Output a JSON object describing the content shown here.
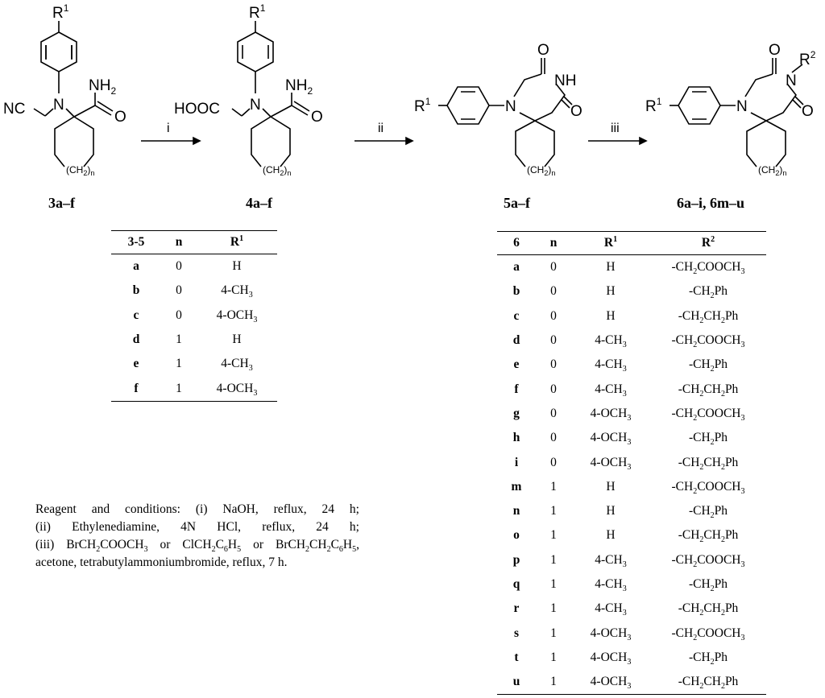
{
  "structures": {
    "s3": {
      "R": "R",
      "sup": "1",
      "NH2": "NH",
      "NH2sub": "2",
      "NC": "NC",
      "N": "N",
      "O": "O",
      "CH2": "(CH",
      "CH2sub": "2",
      "CH2n": ")",
      "n": "n"
    },
    "s4": {
      "R": "R",
      "sup": "1",
      "NH2": "NH",
      "NH2sub": "2",
      "HOOC": "HOOC",
      "N": "N",
      "O": "O",
      "CH2": "(CH",
      "CH2sub": "2",
      "CH2n": ")",
      "n": "n"
    },
    "s5": {
      "R": "R",
      "sup": "1",
      "NH": "NH",
      "N": "N",
      "O": "O",
      "CH2": "(CH",
      "CH2sub": "2",
      "CH2n": ")",
      "n": "n"
    },
    "s6": {
      "R": "R",
      "sup": "1",
      "R2": "R",
      "sup2": "2",
      "N": "N",
      "O": "O",
      "CH2": "(CH",
      "CH2sub": "2",
      "CH2n": ")",
      "n": "n"
    }
  },
  "arrows": [
    "i",
    "ii",
    "iii"
  ],
  "compound_labels": [
    "3a–f",
    "4a–f",
    "5a–f",
    "6a–i, 6m–u"
  ],
  "table1": {
    "headers": [
      "3-5",
      "n",
      "R",
      "1"
    ],
    "rows": [
      {
        "id": "a",
        "n": "0",
        "r1": "H",
        "r1sub": "",
        "r1tail": ""
      },
      {
        "id": "b",
        "n": "0",
        "r1": "4-CH",
        "r1sub": "3",
        "r1tail": ""
      },
      {
        "id": "c",
        "n": "0",
        "r1": "4-OCH",
        "r1sub": "3",
        "r1tail": ""
      },
      {
        "id": "d",
        "n": "1",
        "r1": "H",
        "r1sub": "",
        "r1tail": ""
      },
      {
        "id": "e",
        "n": "1",
        "r1": "4-CH",
        "r1sub": "3",
        "r1tail": ""
      },
      {
        "id": "f",
        "n": "1",
        "r1": "4-OCH",
        "r1sub": "3",
        "r1tail": ""
      }
    ]
  },
  "table2": {
    "headers": [
      "6",
      "n",
      "R",
      "1",
      "R",
      "2"
    ],
    "rows": [
      {
        "id": "a",
        "n": "0",
        "r1": "H",
        "r1sub": "",
        "r2": "COOCH3"
      },
      {
        "id": "b",
        "n": "0",
        "r1": "H",
        "r1sub": "",
        "r2": "Ph"
      },
      {
        "id": "c",
        "n": "0",
        "r1": "H",
        "r1sub": "",
        "r2": "CH2Ph"
      },
      {
        "id": "d",
        "n": "0",
        "r1": "4-CH",
        "r1sub": "3",
        "r2": "COOCH3"
      },
      {
        "id": "e",
        "n": "0",
        "r1": "4-CH",
        "r1sub": "3",
        "r2": "Ph"
      },
      {
        "id": "f",
        "n": "0",
        "r1": "4-CH",
        "r1sub": "3",
        "r2": "CH2Ph"
      },
      {
        "id": "g",
        "n": "0",
        "r1": "4-OCH",
        "r1sub": "3",
        "r2": "COOCH3"
      },
      {
        "id": "h",
        "n": "0",
        "r1": "4-OCH",
        "r1sub": "3",
        "r2": "Ph"
      },
      {
        "id": "i",
        "n": "0",
        "r1": "4-OCH",
        "r1sub": "3",
        "r2": "CH2Ph"
      },
      {
        "id": "m",
        "n": "1",
        "r1": "H",
        "r1sub": "",
        "r2": "COOCH3"
      },
      {
        "id": "n",
        "n": "1",
        "r1": "H",
        "r1sub": "",
        "r2": "Ph"
      },
      {
        "id": "o",
        "n": "1",
        "r1": "H",
        "r1sub": "",
        "r2": "CH2Ph"
      },
      {
        "id": "p",
        "n": "1",
        "r1": "4-CH",
        "r1sub": "3",
        "r2": "COOCH3"
      },
      {
        "id": "q",
        "n": "1",
        "r1": "4-CH",
        "r1sub": "3",
        "r2": "Ph"
      },
      {
        "id": "r",
        "n": "1",
        "r1": "4-CH",
        "r1sub": "3",
        "r2": "CH2Ph"
      },
      {
        "id": "s",
        "n": "1",
        "r1": "4-OCH",
        "r1sub": "3",
        "r2": "COOCH3"
      },
      {
        "id": "t",
        "n": "1",
        "r1": "4-OCH",
        "r1sub": "3",
        "r2": "Ph"
      },
      {
        "id": "u",
        "n": "1",
        "r1": "4-OCH",
        "r1sub": "3",
        "r2": "CH2Ph"
      }
    ]
  },
  "r2_text": {
    "dash": "-CH",
    "two": "2",
    "COOCH": "COOCH",
    "three": "3",
    "Ph": "Ph",
    "CH": "CH"
  },
  "conditions": {
    "line1": "Reagent and conditions: (i) NaOH, reflux, 24 h;",
    "line2": "(ii) Ethylenediamine, 4N HCl, reflux, 24 h;",
    "line3_a": "(iii) BrCH",
    "line3_b": "2",
    "line3_c": "COOCH",
    "line3_d": "3",
    "line3_e": " or ClCH",
    "line3_f": "2",
    "line3_g": "C",
    "line3_h": "6",
    "line3_i": "H",
    "line3_j": "5",
    "line3_k": " or BrCH",
    "line3_l": "2",
    "line3_m": "CH",
    "line3_n": "2",
    "line3_o": "C",
    "line3_p": "6",
    "line3_q": "H",
    "line3_r": "5",
    "line3_s": ",",
    "line4": "acetone, tetrabutylammoniumbromide, reflux, 7 h."
  }
}
